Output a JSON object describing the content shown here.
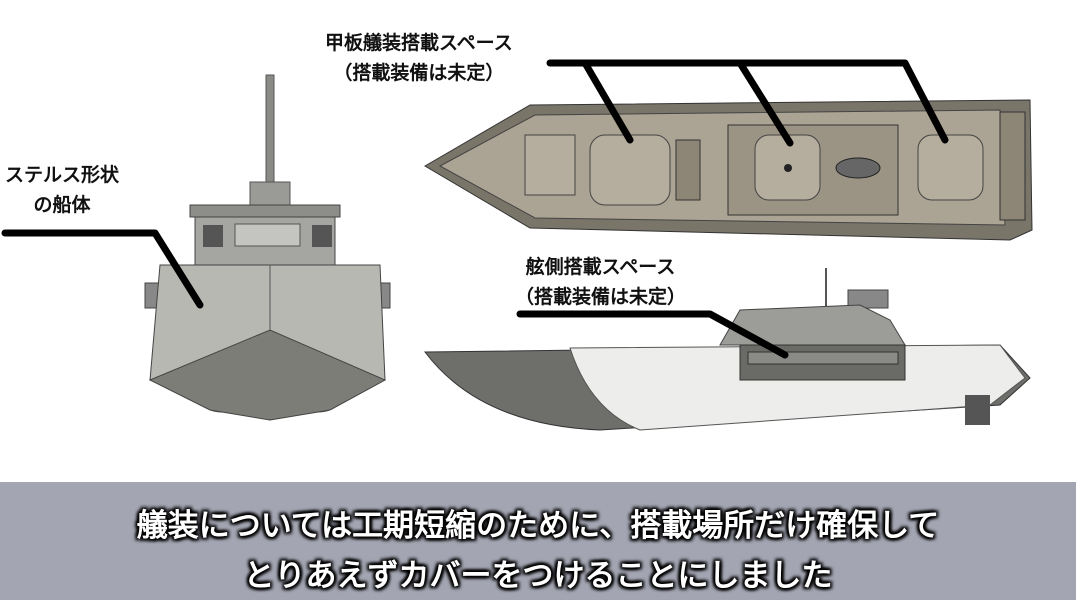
{
  "labels": {
    "deck_space": "甲板艤装搭載スペース",
    "deck_space_note": "（搭載装備は未定）",
    "stealth_hull_line1": "ステルス形状",
    "stealth_hull_line2": "の船体",
    "side_space": "舷側搭載スペース",
    "side_space_note": "（搭載装備は未定）"
  },
  "subtitle": {
    "line1": "艤装については工期短縮のために、搭載場所だけ確保して",
    "line2": "とりあえずカバーをつけることにしました"
  }
}
